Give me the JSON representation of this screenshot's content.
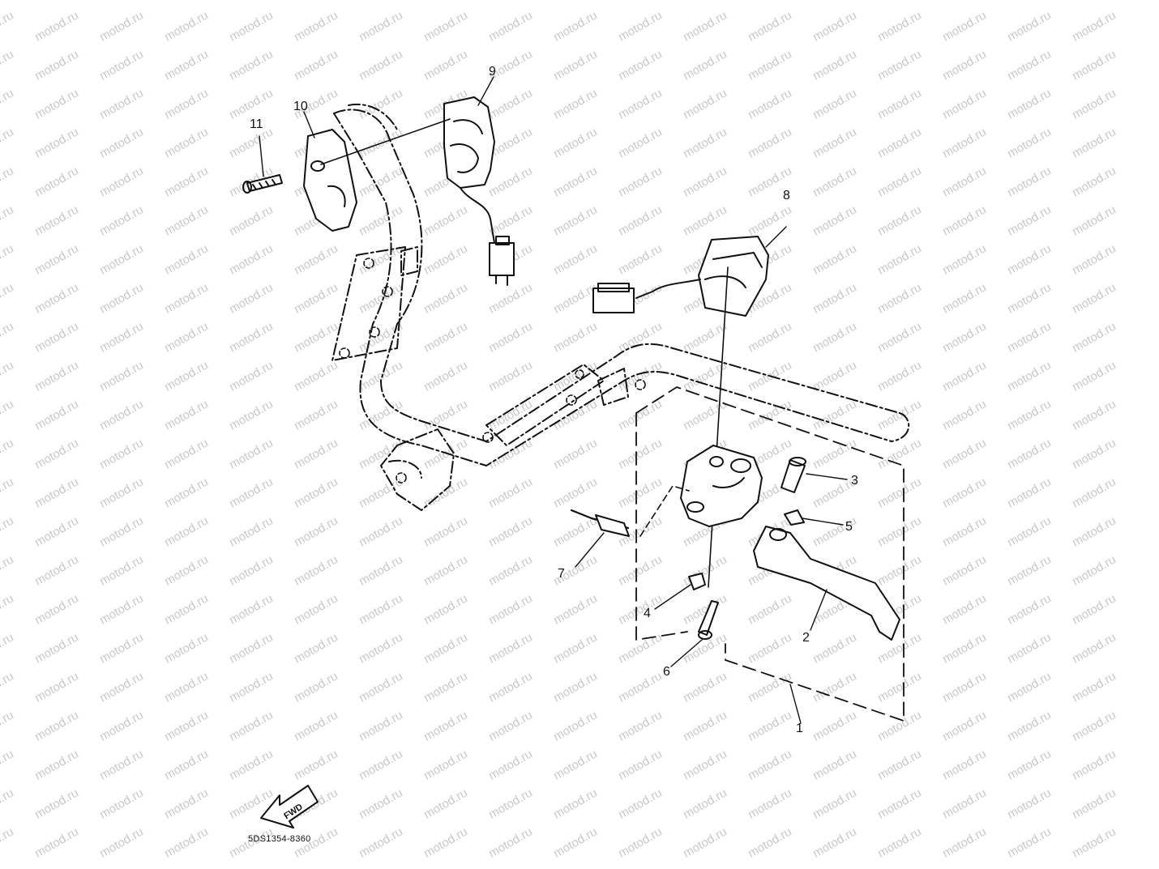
{
  "watermark": {
    "text": "motod.ru",
    "color": "#c9c9c9"
  },
  "callouts": [
    "1",
    "2",
    "3",
    "4",
    "5",
    "6",
    "7",
    "8",
    "9",
    "10",
    "11"
  ],
  "fwd_label": "FWD",
  "diagram_code": "5DS1354-8360",
  "colors": {
    "line": "#111111",
    "background": "#ffffff"
  }
}
